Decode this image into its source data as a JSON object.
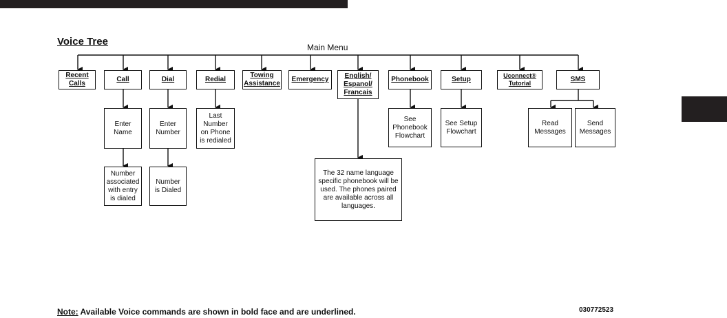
{
  "title": "Voice Tree",
  "main_menu": "Main Menu",
  "commands": {
    "recent_calls": "Recent\nCalls",
    "call": "Call",
    "dial": "Dial",
    "redial": "Redial",
    "towing": "Towing\nAssistance",
    "emergency": "Emergency",
    "english": "English/\nEspanol/\nFrancais",
    "phonebook": "Phonebook",
    "setup": "Setup",
    "uconnect": "Uconnect®\nTutorial",
    "sms": "SMS"
  },
  "results": {
    "enter_name": "Enter\nName",
    "name_dialed": "Number\nassociated\nwith entry\nis dialed",
    "enter_number": "Enter\nNumber",
    "number_dialed": "Number\nis Dialed",
    "last_number": "Last\nNumber\non Phone\nis redialed",
    "language_note": "The 32 name language\nspecific phonebook will be\nused. The phones paired\nare available across all\nlanguages.",
    "see_phonebook": "See\nPhonebook\nFlowchart",
    "see_setup": "See Setup\nFlowchart",
    "read_messages": "Read\nMessages",
    "send_messages": "Send\nMessages"
  },
  "note": {
    "label": "Note:",
    "text": " Available Voice commands are shown in bold face and are underlined."
  },
  "figure_code": "030772523",
  "colors": {
    "ink": "#111111",
    "bar": "#231f20",
    "background": "#ffffff"
  }
}
